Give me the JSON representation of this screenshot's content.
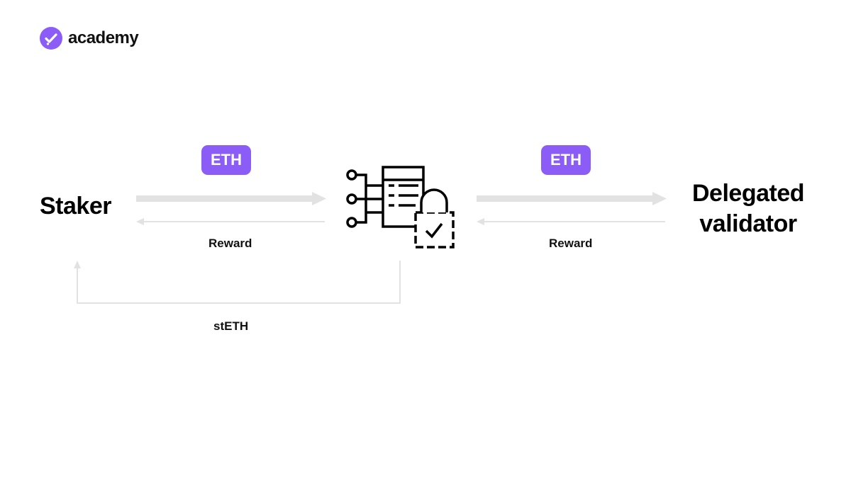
{
  "brand": {
    "name": "academy",
    "accent_color": "#8b5cf6",
    "logo_icon": "check-circle-icon"
  },
  "diagram": {
    "nodes": {
      "staker": "Staker",
      "protocol_icon": "smart-contract-lock-icon",
      "validator_line1": "Delegated",
      "validator_line2": "validator"
    },
    "flows": {
      "staker_to_protocol": "ETH",
      "protocol_to_staker": "Reward",
      "protocol_to_validator": "ETH",
      "validator_to_protocol": "Reward",
      "protocol_to_staker_token": "stETH"
    }
  }
}
